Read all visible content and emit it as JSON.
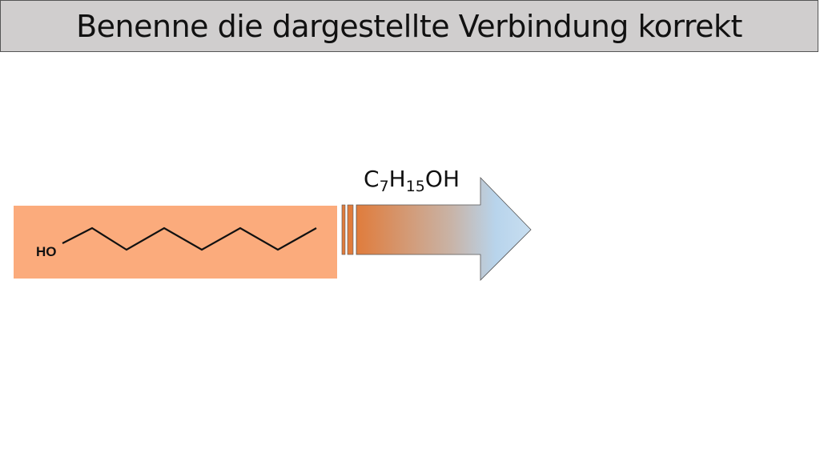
{
  "title": "Benenne die dargestellte Verbindung korrekt",
  "molecule": {
    "label": "HO"
  },
  "formula": {
    "c": "C",
    "c_sub": "7",
    "h": "H",
    "h_sub": "15",
    "oh": "OH"
  },
  "colors": {
    "box": "#fbab7c",
    "arrow_start": "#e07c3c",
    "arrow_end": "#b8d4ec"
  }
}
